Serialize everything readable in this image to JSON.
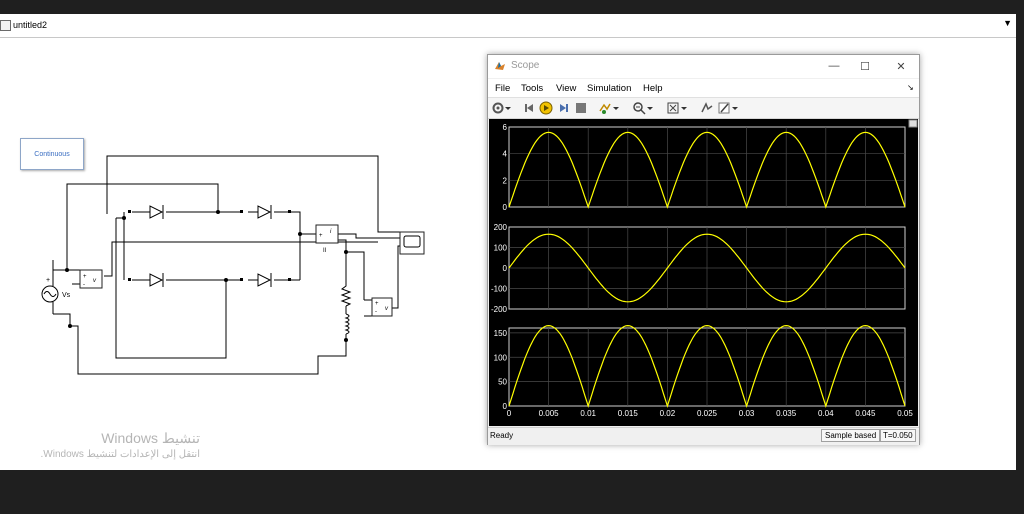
{
  "model_tab": {
    "title": "untitled2"
  },
  "diagram": {
    "continuous_label": "Continuous",
    "source_label": "Vs",
    "meter_label": "II",
    "meter_out": "v"
  },
  "watermark": {
    "title": "تنشيط Windows",
    "subtitle": "انتقل إلى الإعدادات لتنشيط Windows."
  },
  "scope": {
    "title": "Scope",
    "menu": [
      "File",
      "Tools",
      "View",
      "Simulation",
      "Help"
    ],
    "status": {
      "ready": "Ready",
      "mode": "Sample based",
      "time": "T=0.050"
    }
  },
  "chart_data": [
    {
      "type": "line",
      "ylim": [
        0,
        6
      ],
      "yticks": [
        0,
        2,
        4,
        6
      ],
      "series": [
        {
          "color": "#ffff00",
          "x": [
            0,
            0.005,
            0.01,
            0.015,
            0.02,
            0.025,
            0.03,
            0.035,
            0.04,
            0.045,
            0.05
          ],
          "y": [
            0,
            5.6,
            0,
            5.6,
            0,
            5.6,
            0,
            5.6,
            0,
            5.6,
            0
          ]
        }
      ]
    },
    {
      "type": "line",
      "ylim": [
        -200,
        200
      ],
      "yticks": [
        -200,
        -100,
        0,
        100,
        200
      ],
      "series": [
        {
          "color": "#ffff00",
          "x": [
            0,
            0.005,
            0.01,
            0.015,
            0.02,
            0.025,
            0.03,
            0.035,
            0.04,
            0.045,
            0.05
          ],
          "y": [
            0,
            165,
            0,
            -165,
            0,
            165,
            0,
            -165,
            0,
            165,
            0
          ]
        }
      ]
    },
    {
      "type": "line",
      "ylim": [
        0,
        160
      ],
      "yticks": [
        0,
        50,
        100,
        150
      ],
      "xlim": [
        0,
        0.05
      ],
      "xticks": [
        "0",
        "0.005",
        "0.01",
        "0.015",
        "0.02",
        "0.025",
        "0.03",
        "0.035",
        "0.04",
        "0.045",
        "0.05"
      ],
      "series": [
        {
          "color": "#ffff00",
          "x": [
            0,
            0.005,
            0.01,
            0.015,
            0.02,
            0.025,
            0.03,
            0.035,
            0.04,
            0.045,
            0.05
          ],
          "y": [
            0,
            165,
            0,
            165,
            0,
            165,
            0,
            165,
            0,
            165,
            0
          ]
        }
      ]
    }
  ]
}
